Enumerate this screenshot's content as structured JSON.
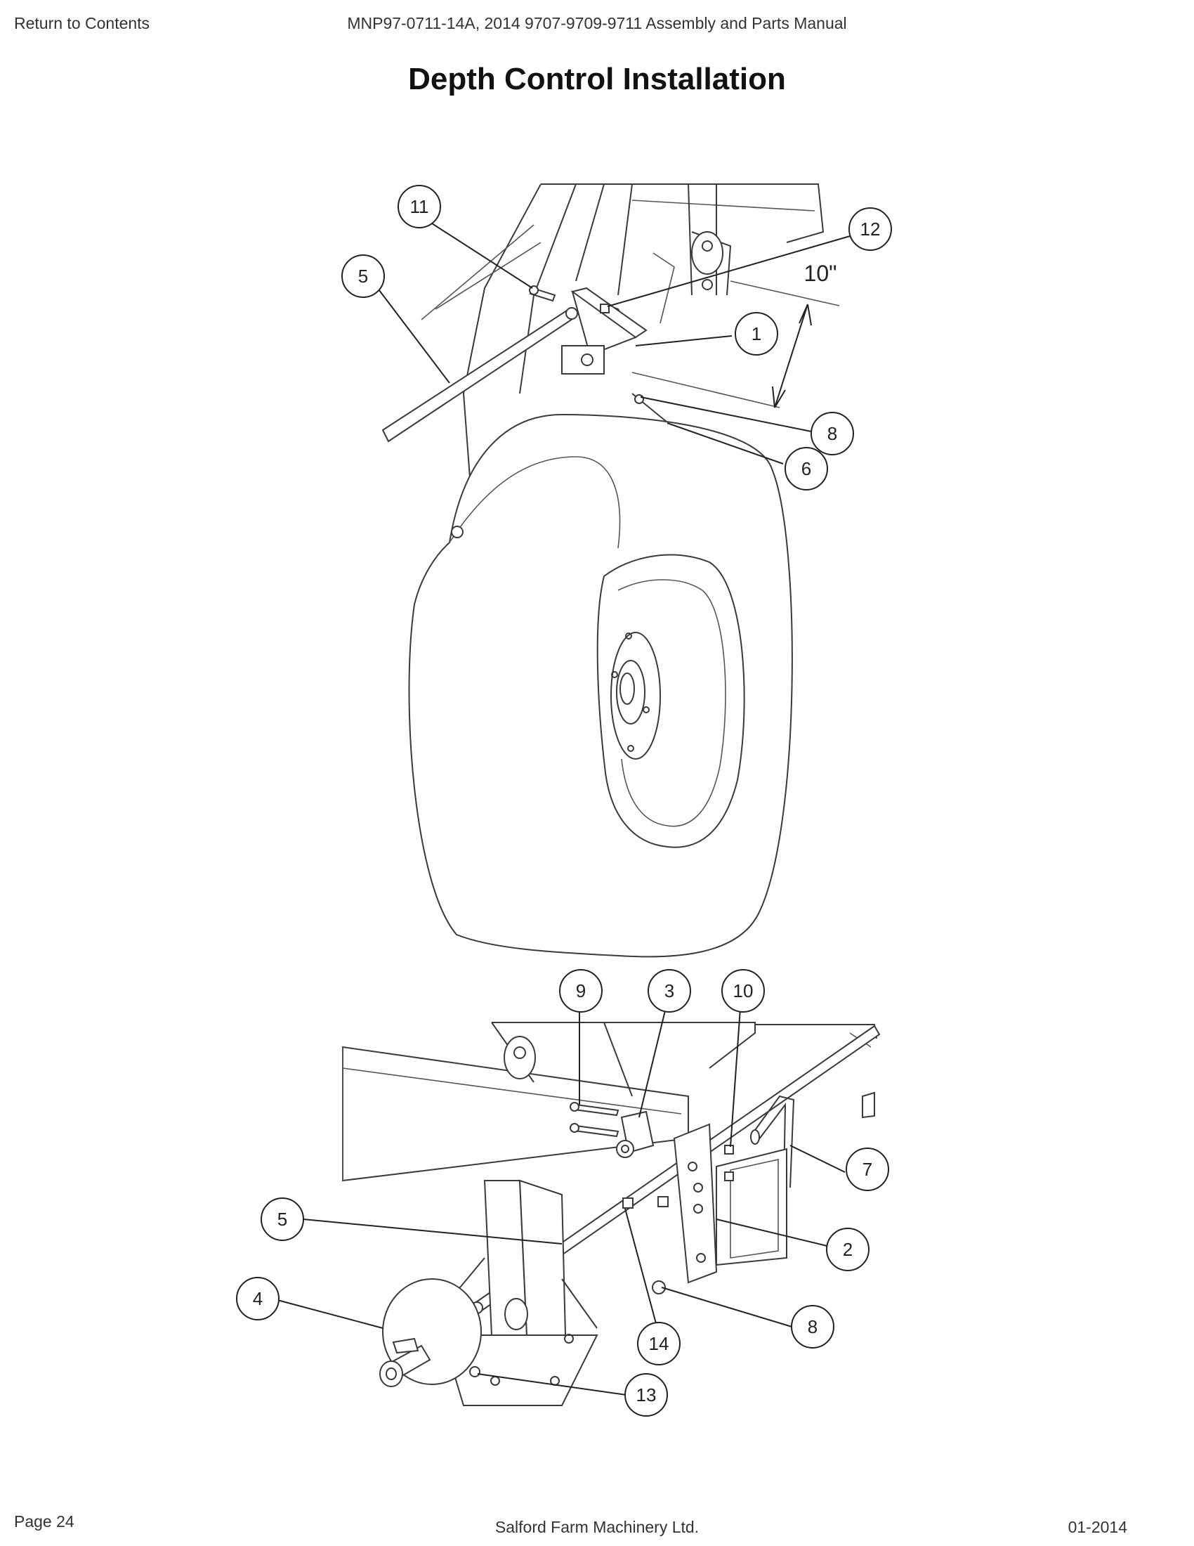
{
  "header": {
    "return_link": "Return to Contents",
    "document_title": "MNP97-0711-14A, 2014 9707-9709-9711 Assembly and Parts Manual"
  },
  "page_title": "Depth Control Installation",
  "callouts_top": [
    "11",
    "12",
    "5",
    "1",
    "8",
    "6"
  ],
  "dimension_label": "10\"",
  "callouts_bottom": [
    "9",
    "3",
    "10",
    "7",
    "5",
    "2",
    "4",
    "14",
    "8",
    "13"
  ],
  "footer": {
    "page": "Page 24",
    "company": "Salford Farm Machinery Ltd.",
    "date": "01-2014"
  },
  "colors": {
    "line": "#3a3a3a",
    "text": "#222222",
    "background": "#ffffff"
  }
}
